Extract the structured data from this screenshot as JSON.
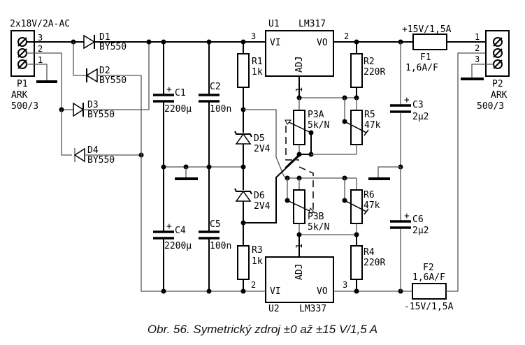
{
  "caption": "Obr. 56. Symetrický zdroj ±0 až ±15 V/1,5 A",
  "input": {
    "label": "2x18V/2A-AC",
    "connector": {
      "ref": "P1",
      "type": "ARK",
      "part": "500/3",
      "pins": [
        "3",
        "2",
        "1"
      ]
    }
  },
  "output": {
    "connector": {
      "ref": "P2",
      "type": "ARK",
      "part": "500/3",
      "pins": [
        "1",
        "2",
        "3"
      ]
    },
    "positive_label": "+15V/1,5A",
    "negative_label": "-15V/1,5A"
  },
  "diodes": [
    {
      "ref": "D1",
      "value": "BY550"
    },
    {
      "ref": "D2",
      "value": "BY550"
    },
    {
      "ref": "D3",
      "value": "BY550"
    },
    {
      "ref": "D4",
      "value": "BY550"
    },
    {
      "ref": "D5",
      "value": "2V4"
    },
    {
      "ref": "D6",
      "value": "2V4"
    }
  ],
  "capacitors": [
    {
      "ref": "C1",
      "value": "2200µ",
      "polarized": true
    },
    {
      "ref": "C2",
      "value": "100n",
      "polarized": false
    },
    {
      "ref": "C3",
      "value": "2µ2",
      "polarized": true
    },
    {
      "ref": "C4",
      "value": "2200µ",
      "polarized": true
    },
    {
      "ref": "C5",
      "value": "100n",
      "polarized": false
    },
    {
      "ref": "C6",
      "value": "2µ2",
      "polarized": true
    }
  ],
  "resistors": [
    {
      "ref": "R1",
      "value": "1k"
    },
    {
      "ref": "R2",
      "value": "220R"
    },
    {
      "ref": "R3",
      "value": "1k"
    },
    {
      "ref": "R4",
      "value": "220R"
    },
    {
      "ref": "R5",
      "value": "47k"
    },
    {
      "ref": "R6",
      "value": "47k"
    }
  ],
  "potentiometers": [
    {
      "ref": "P3A",
      "value": "5k/N"
    },
    {
      "ref": "P3B",
      "value": "5k/N"
    }
  ],
  "fuses": [
    {
      "ref": "F1",
      "value": "1,6A/F"
    },
    {
      "ref": "F2",
      "value": "1,6A/F"
    }
  ],
  "regulators": [
    {
      "ref": "U1",
      "part": "LM317",
      "pin_in": "VI",
      "pin_out": "VO",
      "pin_adj": "ADJ",
      "pin_in_num": "3",
      "pin_out_num": "2",
      "pin_adj_num": "1"
    },
    {
      "ref": "U2",
      "part": "LM337",
      "pin_in": "VI",
      "pin_out": "VO",
      "pin_adj": "ADJ",
      "pin_in_num": "2",
      "pin_out_num": "3",
      "pin_adj_num": "1"
    }
  ]
}
